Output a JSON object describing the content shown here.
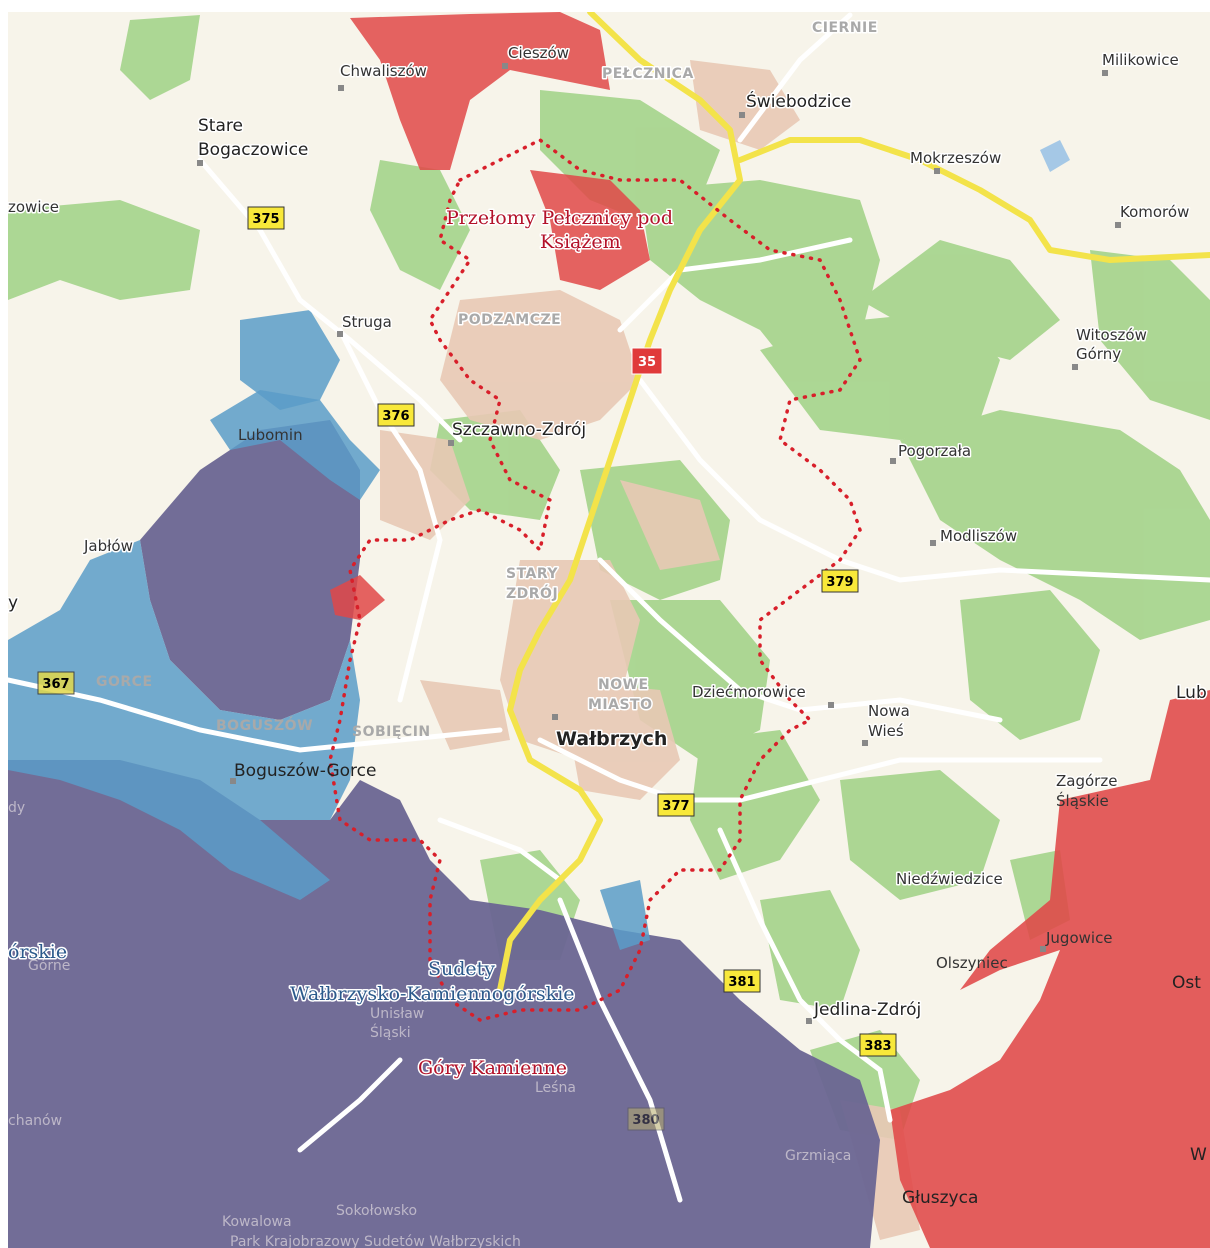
{
  "colors": {
    "background": "#f7f4ea",
    "forest": "#a8d58f",
    "urban": "#e8c9b5",
    "natura_red": "#e04848",
    "natura_blue": "#5a9cc8",
    "natura_purple": "#6a6592",
    "road_yellow": "#f3e34a",
    "road_white": "#ffffff",
    "border_dotted": "#d81f2a"
  },
  "towns": {
    "swiebodzice": "Świebodzice",
    "walbrzych": "Wałbrzych",
    "szczawno": "Szczawno-Zdrój",
    "boguszow": "Boguszów-Gorce",
    "jedlina": "Jedlina-Zdrój",
    "gluszyca": "Głuszyca",
    "stare_bogaczowice_1": "Stare",
    "stare_bogaczowice_2": "Bogaczowice",
    "chwaliszow": "Chwaliszów",
    "cieszow": "Cieszów",
    "ciernie": "CIERNIE",
    "milikowice": "Milikowice",
    "mokrzeszow": "Mokrzeszów",
    "komorow": "Komorów",
    "witoszow_1": "Witoszów",
    "witoszow_2": "Górny",
    "struga": "Struga",
    "lubomin": "Lubomin",
    "pogorzala": "Pogorzała",
    "modliszow": "Modliszów",
    "jablow": "Jabłów",
    "dziecmorowice": "Dziećmorowice",
    "nowa_wies_1": "Nowa",
    "nowa_wies_2": "Wieś",
    "zagorze_1": "Zagórze",
    "zagorze_2": "Śląskie",
    "niedzwiedzice": "Niedźwiedzice",
    "jugowice": "Jugowice",
    "olszyniec": "Olszyniec",
    "unislaw_1": "Unisław",
    "unislaw_2": "Śląski",
    "lesna": "Leśna",
    "grzmiaca": "Grzmiąca",
    "sokolowsko": "Sokołowsko",
    "kowalowa": "Kowalowa",
    "chanow": "chanów",
    "zowice": "zowice",
    "lub": "Lub",
    "ost": "Ost",
    "w": "W",
    "y": "y",
    "dy": "dy",
    "gorne": "Górne",
    "orskie": "órskie",
    "park_text": "Park Krajobrazowy Sudetów Wałbrzyskich"
  },
  "districts": {
    "pelcznica": "PEŁCZNICA",
    "podzamcze": "PODZAMCZE",
    "stary_zdroj_1": "STARY",
    "stary_zdroj_2": "ZDRÓJ",
    "nowe_miasto_1": "NOWE",
    "nowe_miasto_2": "MIASTO",
    "sobiecin": "SOBIĘCIN",
    "gorce": "GORCE",
    "boguszow": "BOGUSZÓW"
  },
  "areas": {
    "przelomy_1": "Przełomy Pełcznicy pod",
    "przelomy_2": "Książem",
    "sudety_1": "Sudety",
    "sudety_2": "Wałbrzysko-Kamiennogórskie",
    "gory_kamienne": "Góry Kamienne"
  },
  "roads": {
    "r375": "375",
    "r376": "376",
    "r377": "377",
    "r379": "379",
    "r381": "381",
    "r383": "383",
    "r367": "367",
    "r380": "380",
    "r35": "35"
  }
}
